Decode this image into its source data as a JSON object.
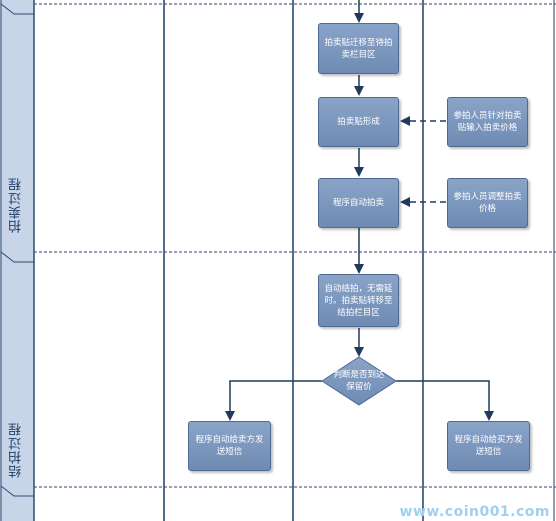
{
  "lanes": [
    {
      "label": "拍卖过程"
    },
    {
      "label": "结拍过程"
    }
  ],
  "nodes": {
    "move_post": "拍卖贴迁移至待拍卖栏目区",
    "post_formed": "拍卖贴形成",
    "participant_bid": "参拍人员针对拍卖贴输入拍卖价格",
    "auto_auction": "程序自动拍卖",
    "adjust_price": "参拍人员调整拍卖价格",
    "auto_close": "自动结拍，无需延时。拍卖贴转移至结拍栏目区",
    "check_reserve": "判断是否到达保留价",
    "sms_seller": "程序自动给卖方发送短信",
    "sms_buyer": "程序自动给买方发送短信"
  },
  "watermark": "www.coin001.com",
  "colors": {
    "lane_bar": "#c8d5e8",
    "node_fill": "#7a95bd",
    "connector": "#2d4a70"
  }
}
